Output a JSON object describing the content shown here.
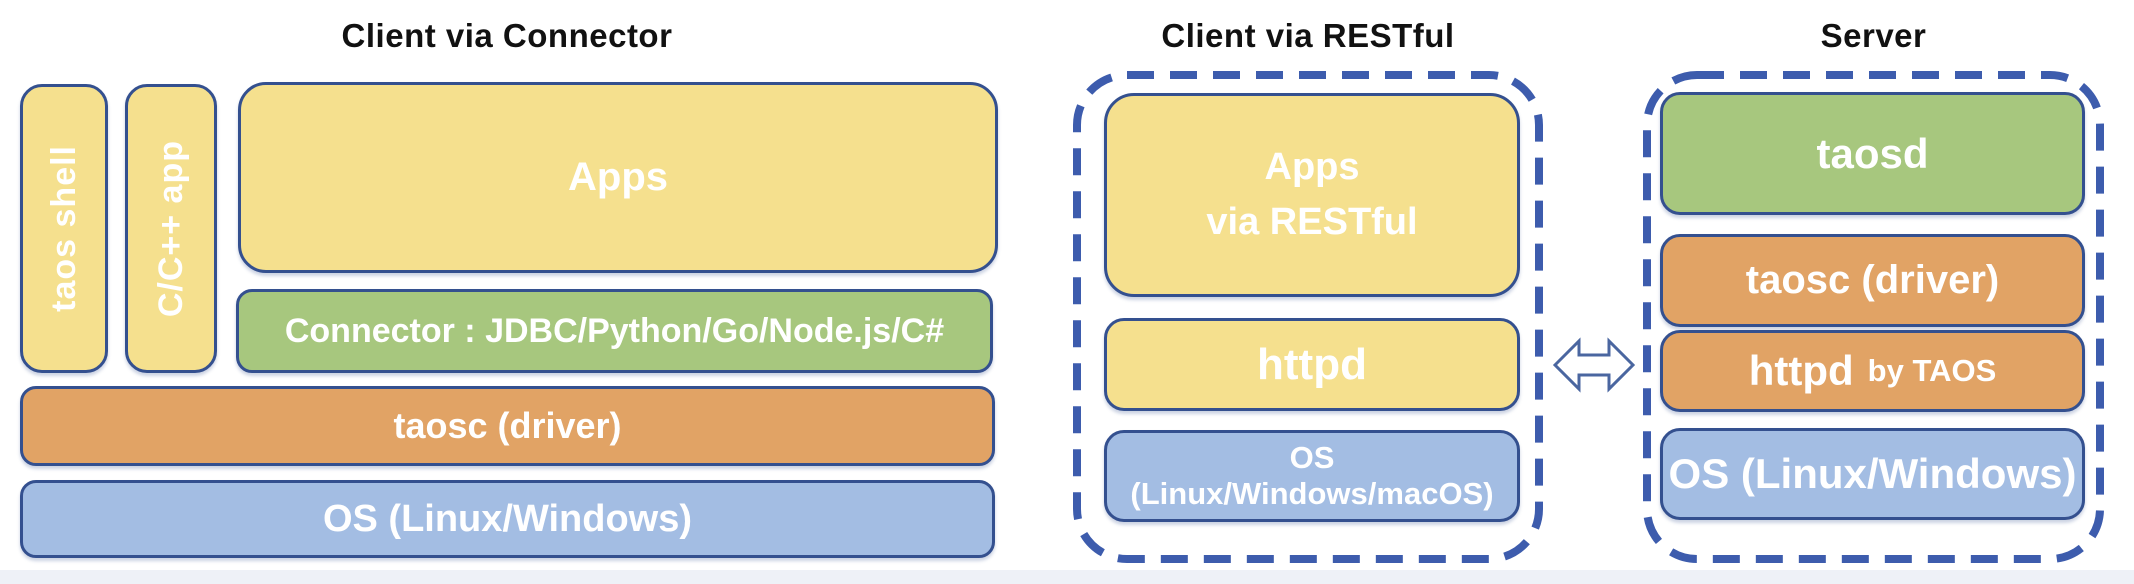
{
  "diagram": {
    "kind": "architecture-diagram",
    "sections": {
      "connector_client": {
        "title": "Client via Connector",
        "taos_shell": "taos shell",
        "cpp_app": "C/C++ app",
        "apps": "Apps",
        "connector": "Connector : JDBC/Python/Go/Node.js/C#",
        "taosc": "taosc (driver)",
        "os": "OS (Linux/Windows)"
      },
      "restful_client": {
        "title": "Client via RESTful",
        "apps_line1": "Apps",
        "apps_line2": "via RESTful",
        "httpd": "httpd",
        "os": "OS (Linux/Windows/macOS)"
      },
      "server": {
        "title": "Server",
        "taosd": "taosd",
        "taosc": "taosc (driver)",
        "httpd": "httpd",
        "httpd_suffix": "by TAOS",
        "os": "OS (Linux/Windows)"
      }
    },
    "icons": {
      "double_arrow": "left-right-double-arrow"
    },
    "colors": {
      "yellow_box": "#F5E08E",
      "green_box": "#A7C77E",
      "orange_box": "#E1A365",
      "blue_box": "#A3BDE3",
      "box_border": "#34508F",
      "dashed_border": "#3D5CAD",
      "title_text": "#111111",
      "box_text": "#FFFFFF"
    }
  }
}
